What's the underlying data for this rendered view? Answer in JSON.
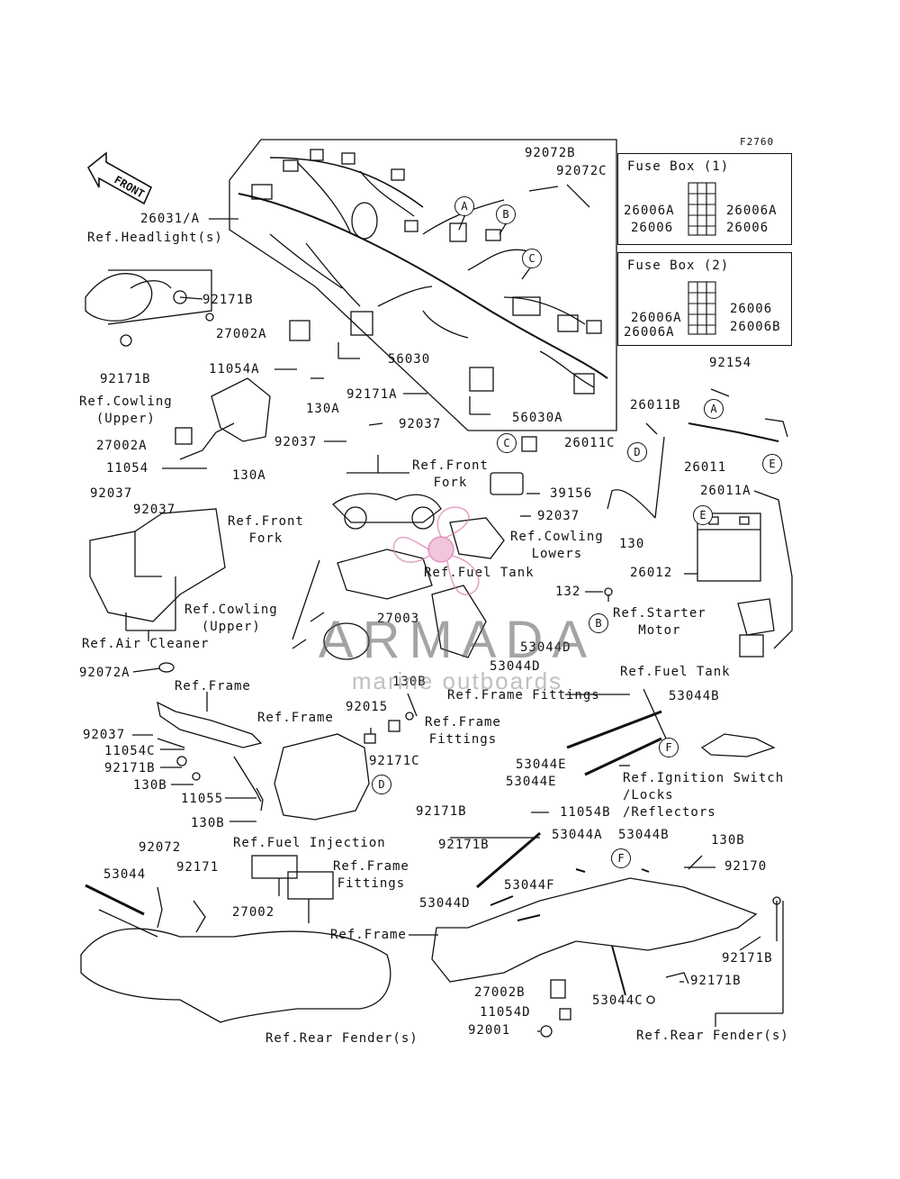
{
  "figure_code": "F2760",
  "front_label": "FRONT",
  "watermark": {
    "brand": "ARMADA",
    "sub": "marine outboards"
  },
  "fuse_box_1": {
    "title": "Fuse Box (1)",
    "left": [
      "26006A",
      "26006"
    ],
    "right": [
      "26006A",
      "26006"
    ]
  },
  "fuse_box_2": {
    "title": "Fuse Box (2)",
    "left": [
      "26006A",
      "26006A"
    ],
    "right": [
      "26006",
      "26006B"
    ]
  },
  "parts": {
    "p92072B": "92072B",
    "p92072C": "92072C",
    "p26031A": "26031/A",
    "p92171B_top": "92171B",
    "p92171B_left": "92171B",
    "p27002A_top": "27002A",
    "p11054A": "11054A",
    "p130A_top": "130A",
    "p27002A_mid": "27002A",
    "p11054": "11054",
    "p130A_mid": "130A",
    "p56030": "56030",
    "p56030A": "56030A",
    "p92171A": "92171A",
    "p92037_a": "92037",
    "p92037_b": "92037",
    "p92154": "92154",
    "p26011B": "26011B",
    "p26011C": "26011C",
    "p26011": "26011",
    "p39156": "39156",
    "p26011A": "26011A",
    "p130_right": "130",
    "p92037_c": "92037",
    "p92037_d": "92037",
    "p92037_e": "92037",
    "p26012": "26012",
    "p132": "132",
    "p27003": "27003",
    "p53044D_a": "53044D",
    "p53044D_b": "53044D",
    "p92072A": "92072A",
    "p130B_mid": "130B",
    "p92015": "92015",
    "p92171C": "92171C",
    "p53044B_a": "53044B",
    "p92037_f": "92037",
    "p11054C": "11054C",
    "p92171B_mid": "92171B",
    "p130B_left": "130B",
    "p11055": "11055",
    "p130B_low": "130B",
    "p53044E_a": "53044E",
    "p53044E_b": "53044E",
    "p11054B": "11054B",
    "p92171B_c": "92171B",
    "p53044A": "53044A",
    "p53044B_b": "53044B",
    "p130B_right": "130B",
    "p92072": "92072",
    "p53044": "53044",
    "p92171": "92171",
    "p27002": "27002",
    "p53044F": "53044F",
    "p53044D_c": "53044D",
    "p92170": "92170",
    "p92171B_d": "92171B",
    "p92171B_e": "92171B",
    "p27002B": "27002B",
    "p53044C": "53044C",
    "p11054D": "11054D",
    "p92001": "92001"
  },
  "refs": {
    "headlight": "Ref.Headlight(s)",
    "cowling_upper_1": "Ref.Cowling\n(Upper)",
    "front_fork_1": "Ref.Front\nFork",
    "front_fork_2": "Ref.Front\nFork",
    "cowling_lowers": "Ref.Cowling\nLowers",
    "fuel_tank_1": "Ref.Fuel Tank",
    "cowling_upper_2": "Ref.Cowling\n(Upper)",
    "air_cleaner": "Ref.Air Cleaner",
    "starter_motor": "Ref.Starter\nMotor",
    "fuel_tank_2": "Ref.Fuel Tank",
    "frame_fittings_1": "Ref.Frame Fittings",
    "frame_1": "Ref.Frame",
    "frame_2": "Ref.Frame",
    "frame_fittings_2": "Ref.Frame\nFittings",
    "ignition": "Ref.Ignition Switch\n/Locks\n/Reflectors",
    "fuel_injection": "Ref.Fuel Injection",
    "frame_fittings_3": "Ref.Frame\nFittings",
    "frame_3": "Ref.Frame",
    "rear_fender_1": "Ref.Rear Fender(s)",
    "rear_fender_2": "Ref.Rear Fender(s)"
  },
  "callouts": [
    "A",
    "B",
    "C",
    "A",
    "D",
    "E",
    "C",
    "E",
    "B",
    "F",
    "D",
    "F"
  ]
}
